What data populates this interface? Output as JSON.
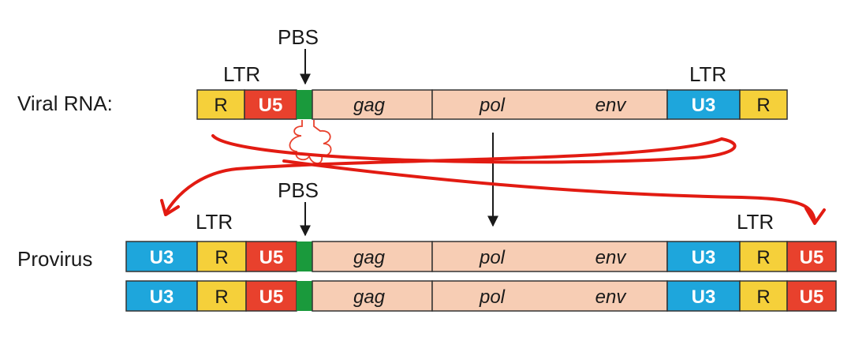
{
  "colors": {
    "u3": "#1ea6dc",
    "r": "#f5d03a",
    "u5": "#e8412d",
    "pbs": "#1a9a3c",
    "body": "#f7cdb4",
    "arrow_red": "#e21b12",
    "border": "#333333"
  },
  "viral_rna": {
    "row_label": "Viral RNA:",
    "ltr_left": "LTR",
    "ltr_right": "LTR",
    "pbs": "PBS",
    "seg_r1": "R",
    "seg_u5": "U5",
    "gene_gag": "gag",
    "gene_pol": "pol",
    "gene_env": "env",
    "seg_u3": "U3",
    "seg_r2": "R"
  },
  "provirus": {
    "row_label": "Provirus",
    "ltr_left": "LTR",
    "ltr_right": "LTR",
    "pbs": "PBS",
    "strand1": {
      "u3a": "U3",
      "r1": "R",
      "u5a": "U5",
      "gag": "gag",
      "pol": "pol",
      "env": "env",
      "u3b": "U3",
      "r2": "R",
      "u5b": "U5"
    },
    "strand2": {
      "u3a": "U3",
      "r1": "R",
      "u5a": "U5",
      "gag": "gag",
      "pol": "pol",
      "env": "env",
      "u3b": "U3",
      "r2": "R",
      "u5b": "U5"
    }
  }
}
